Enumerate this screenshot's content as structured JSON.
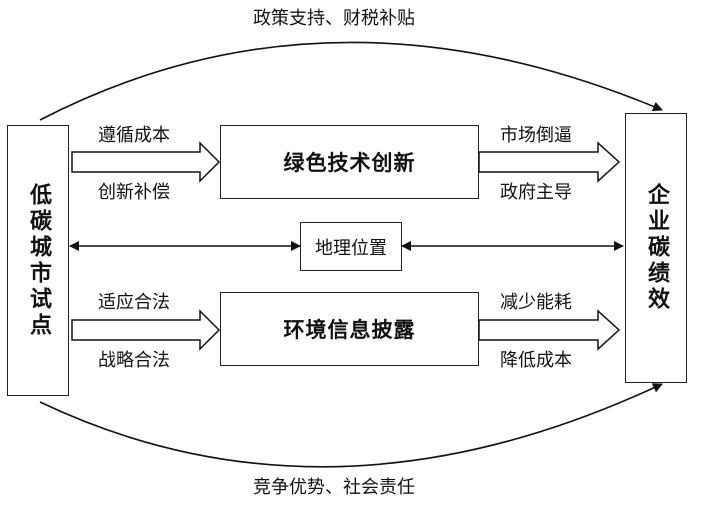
{
  "top_label": "政策支持、财税补贴",
  "bottom_label": "竞争优势、社会责任",
  "left_box": "低碳城市试点",
  "right_box": "企业碳绩效",
  "upper_mediator": {
    "title": "绿色技术创新",
    "left_top": "遵循成本",
    "left_bottom": "创新补偿",
    "right_top": "市场倒逼",
    "right_bottom": "政府主导"
  },
  "middle_box": "地理位置",
  "lower_mediator": {
    "title": "环境信息披露",
    "left_top": "适应合法",
    "left_bottom": "战略合法",
    "right_top": "减少能耗",
    "right_bottom": "降低成本"
  }
}
